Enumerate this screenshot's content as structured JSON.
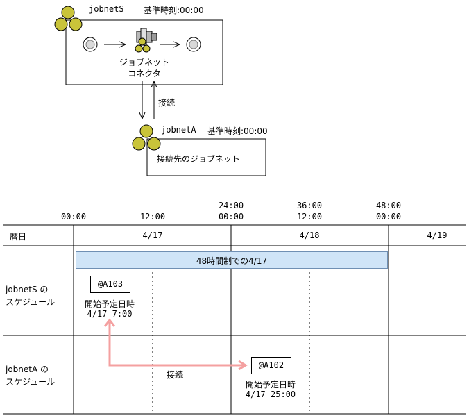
{
  "top_diagram": {
    "jobnet_s": {
      "name": "jobnetS",
      "base_time": "基準時刻:00:00"
    },
    "connector_label_line1": "ジョブネット",
    "connector_label_line2": "コネクタ",
    "connection_label": "接続",
    "jobnet_a": {
      "name": "jobnetA",
      "base_time": "基準時刻:00:00"
    },
    "target_label": "接続先のジョブネット",
    "colors": {
      "jobnet_circle": "#c9c43a",
      "circle_outline": "#000000"
    }
  },
  "timeline": {
    "time_headers": [
      {
        "line1": "",
        "line2": "00:00"
      },
      {
        "line1": "",
        "line2": "12:00"
      },
      {
        "line1": "24:00",
        "line2": "00:00"
      },
      {
        "line1": "36:00",
        "line2": "12:00"
      },
      {
        "line1": "48:00",
        "line2": "00:00"
      }
    ],
    "calendar_label": "暦日",
    "dates": [
      "4/17",
      "4/18",
      "4/19"
    ],
    "bar_label": "48時間制での4/17",
    "bar_color": "#cfe4f7",
    "rows": [
      {
        "label_line1": "jobnetS の",
        "label_line2": "スケジュール"
      },
      {
        "label_line1": "jobnetA の",
        "label_line2": "スケジュール"
      }
    ],
    "schedule_s": {
      "tag": "@A103",
      "caption_line1": "開始予定日時",
      "caption_line2": "4/17 7:00"
    },
    "schedule_a": {
      "tag": "@A102",
      "caption_line1": "開始予定日時",
      "caption_line2": "4/17 25:00"
    },
    "connection_label": "接続",
    "connection_color": "#f4a0a0"
  }
}
